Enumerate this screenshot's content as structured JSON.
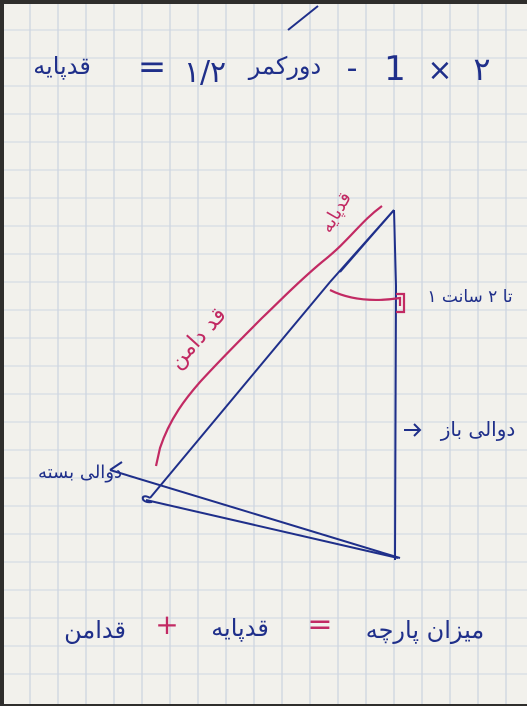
{
  "note": {
    "formula_top": {
      "lhs": "قدپایه",
      "equals": "=",
      "fraction": "۱/۲",
      "word": "دورکمر",
      "minus": "-",
      "one": "1",
      "times": "×",
      "two": "۲"
    },
    "labels": {
      "qad_paye": "قدپایه",
      "qad_daman": "قد دامن",
      "measure_side": "۱ تا ۲ سانت",
      "open_wall": "دوالی باز",
      "arrow": "→",
      "closed_wall": "دوالی بسته"
    },
    "formula_bottom": {
      "a": "قدامن",
      "plus": "+",
      "b": "قدپایه",
      "equals": "=",
      "result": "میزان پارچه"
    }
  },
  "colors": {
    "paper": "#f2f1ec",
    "grid": "#b9c6d6",
    "blue_ink": "#1f2f8a",
    "pink_ink": "#c22a63"
  }
}
